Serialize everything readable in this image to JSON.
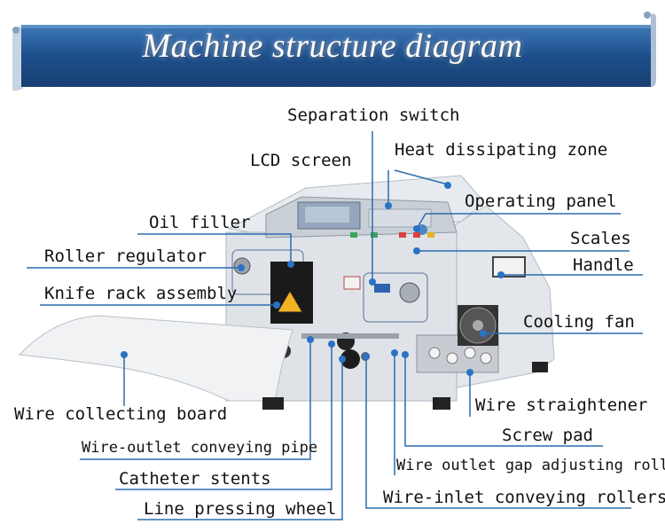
{
  "title": "Machine structure diagram",
  "colors": {
    "banner": "#1f4f8a",
    "leader_line": "#2b6cb0",
    "dot": "#2a72c4"
  },
  "labels": {
    "separation_switch": "Separation switch",
    "lcd_screen": "LCD screen",
    "heat_dissipating_zone": "Heat dissipating zone",
    "operating_panel": "Operating panel",
    "oil_filler": "Oil filler",
    "scales": "Scales",
    "roller_regulator": "Roller regulator",
    "handle": "Handle",
    "knife_rack_assembly": "Knife rack assembly",
    "cooling_fan": "Cooling fan",
    "wire_collecting_board": "Wire collecting board",
    "wire_straightener": "Wire straightener",
    "screw_pad": "Screw pad",
    "wire_outlet_conveying_pipe": "Wire-outlet conveying pipe",
    "wire_outlet_gap_adjusting_rollers": "Wire outlet gap adjusting rollers",
    "catheter_stents": "Catheter stents",
    "wire_inlet_conveying_rollers": "Wire-inlet conveying rollers",
    "line_pressing_wheel": "Line pressing wheel"
  }
}
